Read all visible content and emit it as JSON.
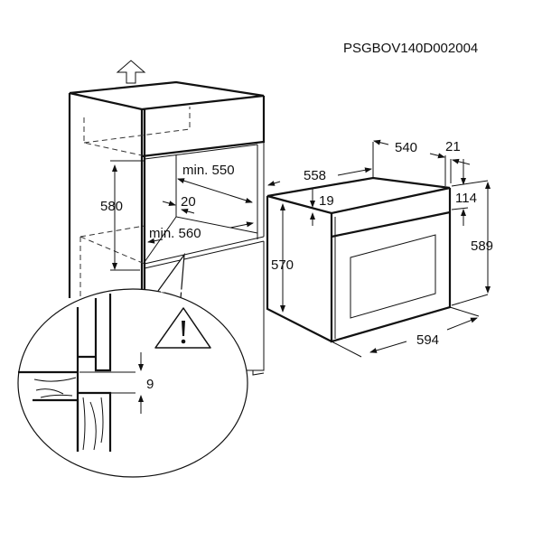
{
  "drawing_code": "PSGBOV140D002004",
  "niche": {
    "height": "580",
    "depth_min": "min. 550",
    "rear_gap": "20",
    "width_min": "min. 560"
  },
  "oven": {
    "depth_body": "540",
    "front_thickness": "21",
    "depth_total": "558",
    "top_offset": "19",
    "panel_height": "114",
    "front_height": "589",
    "body_height": "570",
    "width": "594"
  },
  "detail": {
    "gap": "9",
    "warning_icon": "warning-triangle-icon"
  }
}
